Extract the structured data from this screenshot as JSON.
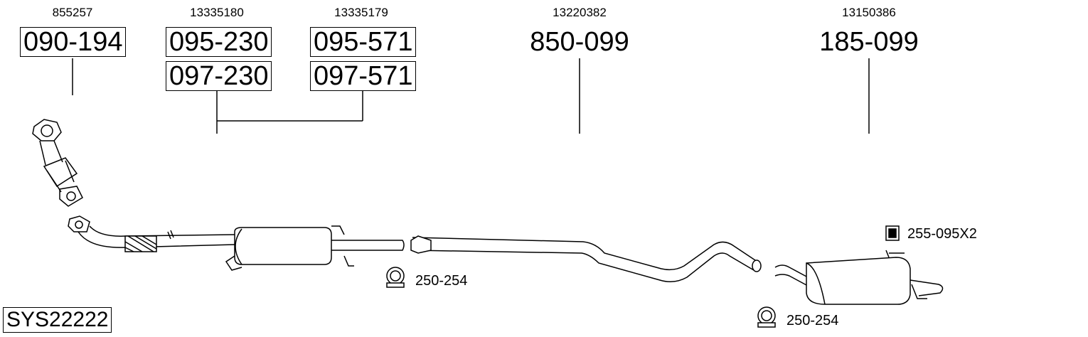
{
  "oe_numbers": [
    "855257",
    "13335180",
    "13335179",
    "13220382",
    "13150386"
  ],
  "part_numbers": {
    "manifold_cat": "090-194",
    "front_box_1": "095-230",
    "front_box_2": "097-230",
    "front_box_3": "095-571",
    "front_box_4": "097-571",
    "middle_pipe": "850-099",
    "rear_silencer": "185-099"
  },
  "accessories": {
    "clamp_1": "250-254",
    "clamp_2": "250-254",
    "rubber_mount": "255-095X2"
  },
  "system_code": "SYS22222"
}
